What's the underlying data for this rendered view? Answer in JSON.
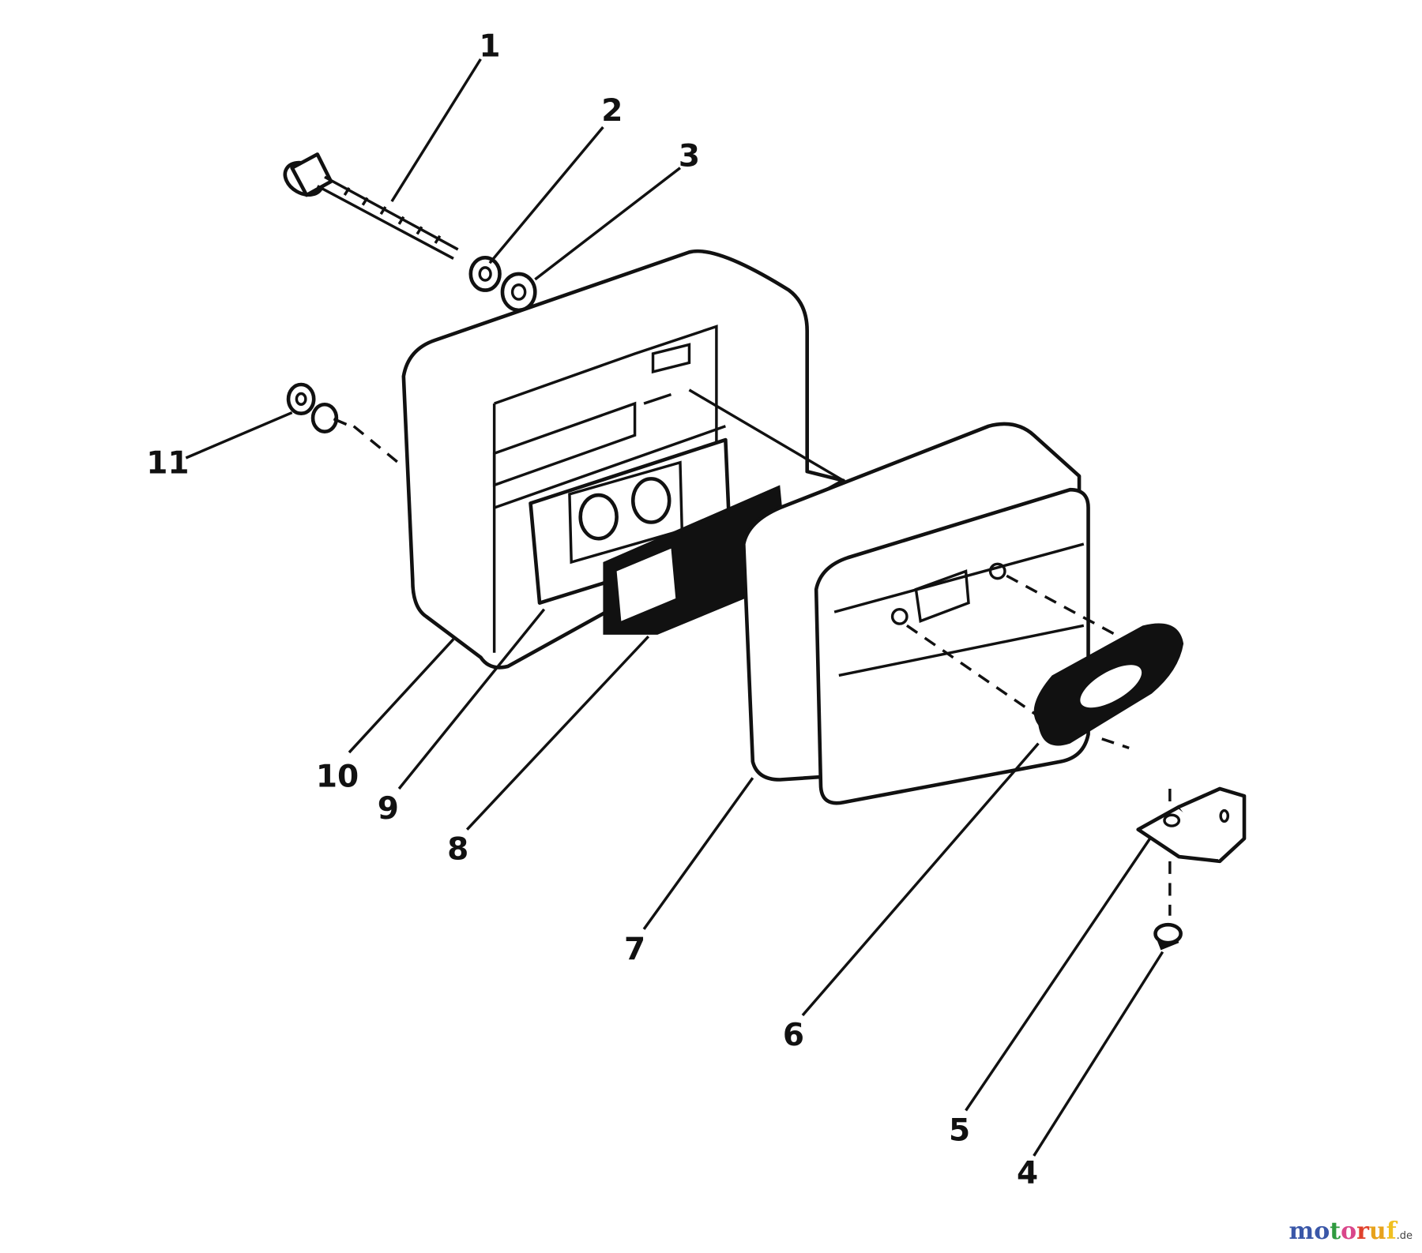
{
  "diagram": {
    "callouts": [
      {
        "number": "1"
      },
      {
        "number": "2"
      },
      {
        "number": "3"
      },
      {
        "number": "4"
      },
      {
        "number": "5"
      },
      {
        "number": "6"
      },
      {
        "number": "7"
      },
      {
        "number": "8"
      },
      {
        "number": "9"
      },
      {
        "number": "10"
      },
      {
        "number": "11"
      }
    ]
  },
  "watermark": {
    "brand": "motoruf",
    "suffix": ".de",
    "letter_colors": [
      "#3a57a8",
      "#3a57a8",
      "#2f9a3f",
      "#d9468a",
      "#e0412c",
      "#e7a21c",
      "#f0c020"
    ]
  }
}
